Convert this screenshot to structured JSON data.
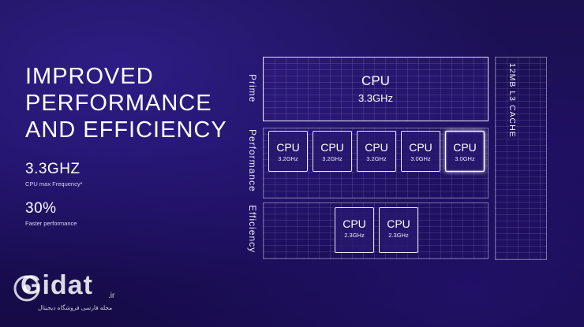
{
  "headline": [
    "IMPROVED",
    "PERFORMANCE",
    "AND EFFICIENCY"
  ],
  "stats": [
    {
      "value": "3.3GHZ",
      "caption": "CPU max Frequency*"
    },
    {
      "value": "30%",
      "caption": "Faster performance"
    }
  ],
  "rows": {
    "prime": "Prime",
    "performance": "Performance",
    "efficiency": "Efficiency"
  },
  "cache_label": "12MB L3 CACHE",
  "prime_core": {
    "label": "CPU",
    "freq": "3.3GHz"
  },
  "performance_cores": [
    {
      "label": "CPU",
      "freq": "3.2GHz"
    },
    {
      "label": "CPU",
      "freq": "3.2GHz"
    },
    {
      "label": "CPU",
      "freq": "3.2GHz"
    },
    {
      "label": "CPU",
      "freq": "3.0GHz"
    },
    {
      "label": "CPU",
      "freq": "3.0GHz"
    }
  ],
  "efficiency_cores": [
    {
      "label": "CPU",
      "freq": "2.3GHz"
    },
    {
      "label": "CPU",
      "freq": "2.3GHz"
    }
  ],
  "watermark": {
    "logo": "Gidat",
    "tld": ".ir",
    "tagline": "مجله فارسی فروشگاه دیجیتال"
  }
}
